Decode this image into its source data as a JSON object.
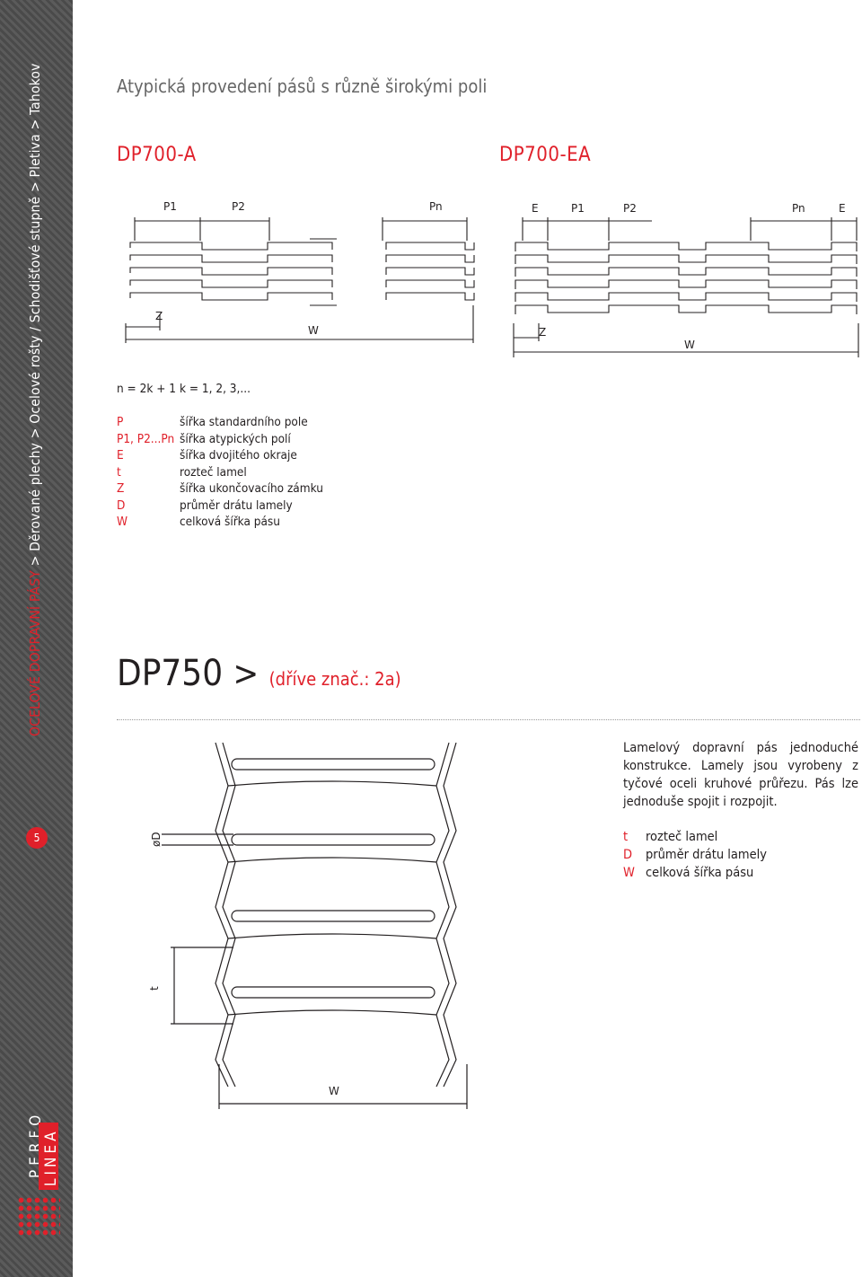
{
  "sidebar": {
    "section": "OCELOVÉ DOPRAVNÍ PÁSY",
    "breadcrumb_rest": " > Děrované plechy > Ocelové rošty / Schodišťové stupně > Pletiva > Tahokov",
    "page_number": "5"
  },
  "logo": {
    "word1": "PERFO",
    "word2": "LINEA"
  },
  "heading": "Atypická provedení pásů s různě širokými poli",
  "models": {
    "left": "DP700-A",
    "right": "DP700-EA"
  },
  "diagram_left": {
    "labels": [
      "P1",
      "P2",
      "Pn",
      "Z",
      "W"
    ]
  },
  "diagram_right": {
    "labels": [
      "E",
      "P1",
      "P2",
      "Pn",
      "E",
      "Z",
      "W"
    ]
  },
  "legend": [
    {
      "key": "n = 2k + 1",
      "text": "k = 1, 2, 3,..."
    },
    {
      "key": "",
      "text": ""
    },
    {
      "key": "P",
      "text": "šířka standardního pole"
    },
    {
      "key": "P1, P2...Pn",
      "text": "šířka atypických polí"
    },
    {
      "key": "E",
      "text": "šířka dvojitého okraje"
    },
    {
      "key": "t",
      "text": "rozteč lamel"
    },
    {
      "key": "Z",
      "text": "šířka ukončovacího zámku"
    },
    {
      "key": "D",
      "text": "průměr drátu lamely"
    },
    {
      "key": "W",
      "text": "celková šířka pásu"
    }
  ],
  "dp750": {
    "title": "DP750",
    "arrow": ">",
    "subtitle": "(dříve znač.: 2a)"
  },
  "dp750_diagram": {
    "labels": [
      "øD",
      "t",
      "W"
    ]
  },
  "description": "Lamelový dopravní pás jednoduché konstrukce. Lamely jsou vyrobeny z tyčové oceli kruhové průřezu. Pás lze jednoduše spojit i rozpojit.",
  "legend2": [
    {
      "key": "t",
      "text": "rozteč lamel"
    },
    {
      "key": "D",
      "text": "průměr drátu lamely"
    },
    {
      "key": "W",
      "text": "celková šířka pásu"
    }
  ],
  "colors": {
    "accent": "#e0202a",
    "sidebar": "#555555"
  }
}
